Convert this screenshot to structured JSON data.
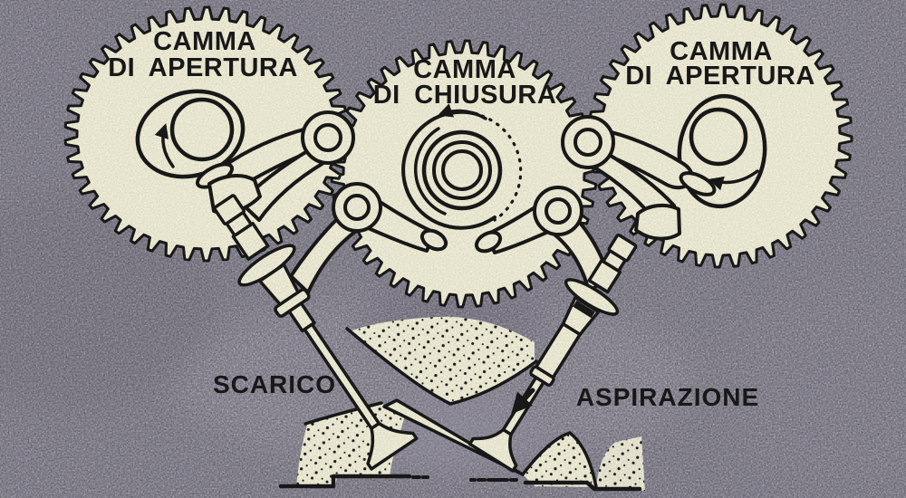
{
  "labels": {
    "gear_left": {
      "line1": "CAMMA",
      "line2": "DI APERTURA"
    },
    "gear_center": {
      "line1": "CAMMA",
      "line2": "DI CHIUSURA"
    },
    "gear_right": {
      "line1": "CAMMA",
      "line2": "DI APERTURA"
    },
    "valve_left": "SCARICO",
    "valve_right": "ASPIRAZIONE"
  },
  "colors": {
    "background": "#a3a0ae",
    "paper": "#f6f3dc",
    "ink": "#1a1a1a"
  },
  "icons": [
    {
      "name": "rotation-arrow-left-cam",
      "glyph": "curved-arrow",
      "direction": "counterclockwise"
    },
    {
      "name": "rotation-arrow-center-cam",
      "glyph": "curved-arrow",
      "direction": "counterclockwise"
    },
    {
      "name": "rotation-arrow-right-cam",
      "glyph": "curved-arrow",
      "direction": "counterclockwise"
    },
    {
      "name": "intake-valve-motion-arrow",
      "glyph": "straight-arrow",
      "direction": "down-left"
    }
  ]
}
